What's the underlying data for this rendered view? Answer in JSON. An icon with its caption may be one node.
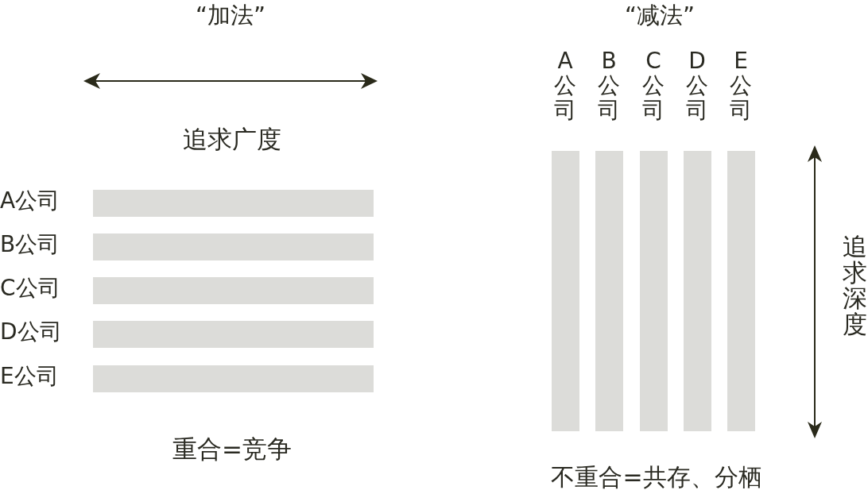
{
  "diagram": {
    "nodes": [
      {
        "text": [
          "A公司"
        ]
      },
      {
        "text": [
          "B公司"
        ]
      },
      {
        "text": [
          "C公司"
        ]
      },
      {
        "text": [
          "D公司"
        ]
      },
      {
        "text": [
          "E公司"
        ]
      },
      {
        "text": [
          "A公司"
        ]
      },
      {
        "text": [
          "B公司"
        ]
      },
      {
        "text": [
          "C公司"
        ]
      },
      {
        "text": [
          "D公司"
        ]
      },
      {
        "text": [
          "E公司"
        ]
      }
    ],
    "labels": [
      "“加法”",
      "追求广度",
      "重合=竞争",
      "“减法”",
      "追求深度",
      "不重合=共存、分栖"
    ]
  }
}
